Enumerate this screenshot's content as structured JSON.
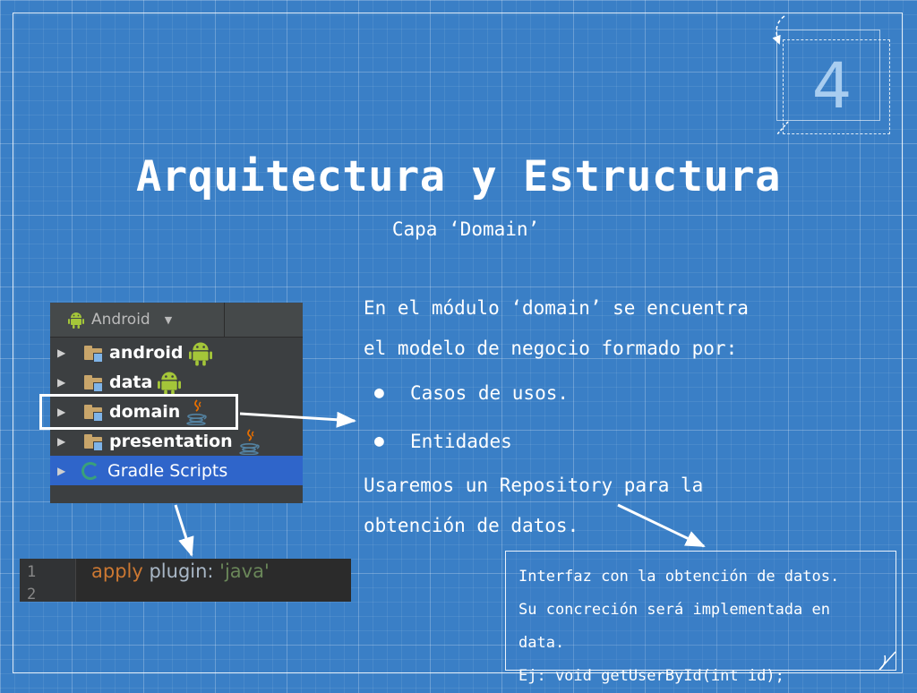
{
  "slide": {
    "number": "4",
    "title": "Arquitectura y Estructura",
    "subtitle": "Capa ‘Domain’"
  },
  "body": {
    "intro_line1": "En el módulo ‘domain’ se encuentra",
    "intro_line2": "el modelo de negocio formado por:",
    "bullets": [
      "Casos de usos.",
      "Entidades"
    ],
    "repo_line1": "Usaremos un Repository para la",
    "repo_line2": "obtención de datos."
  },
  "project_tree": {
    "view_label": "Android",
    "items": [
      {
        "label": "android",
        "icon": "android-robot-icon"
      },
      {
        "label": "data",
        "icon": "android-robot-icon"
      },
      {
        "label": "domain",
        "icon": "java-cup-icon"
      },
      {
        "label": "presentation",
        "icon": "java-cup-icon"
      },
      {
        "label": "Gradle Scripts",
        "icon": "gradle-icon"
      }
    ],
    "selected_index": 4,
    "highlighted_index": 2
  },
  "code_snippet": {
    "line_numbers": [
      "1",
      "2"
    ],
    "keyword": "apply",
    "plain": " plugin: ",
    "string": "'java'"
  },
  "note": {
    "line1": "Interfaz con la obtención de datos.",
    "line2": "Su concreción será implementada en",
    "line3": "data.",
    "line4": "Ej: void getUserById(int id);"
  },
  "colors": {
    "background": "#3a7fc6",
    "tree_background": "#3c3f41",
    "selection": "#2f65ca",
    "android_green": "#a4c639",
    "java_red": "#e76f00",
    "java_blue": "#5382a1"
  }
}
